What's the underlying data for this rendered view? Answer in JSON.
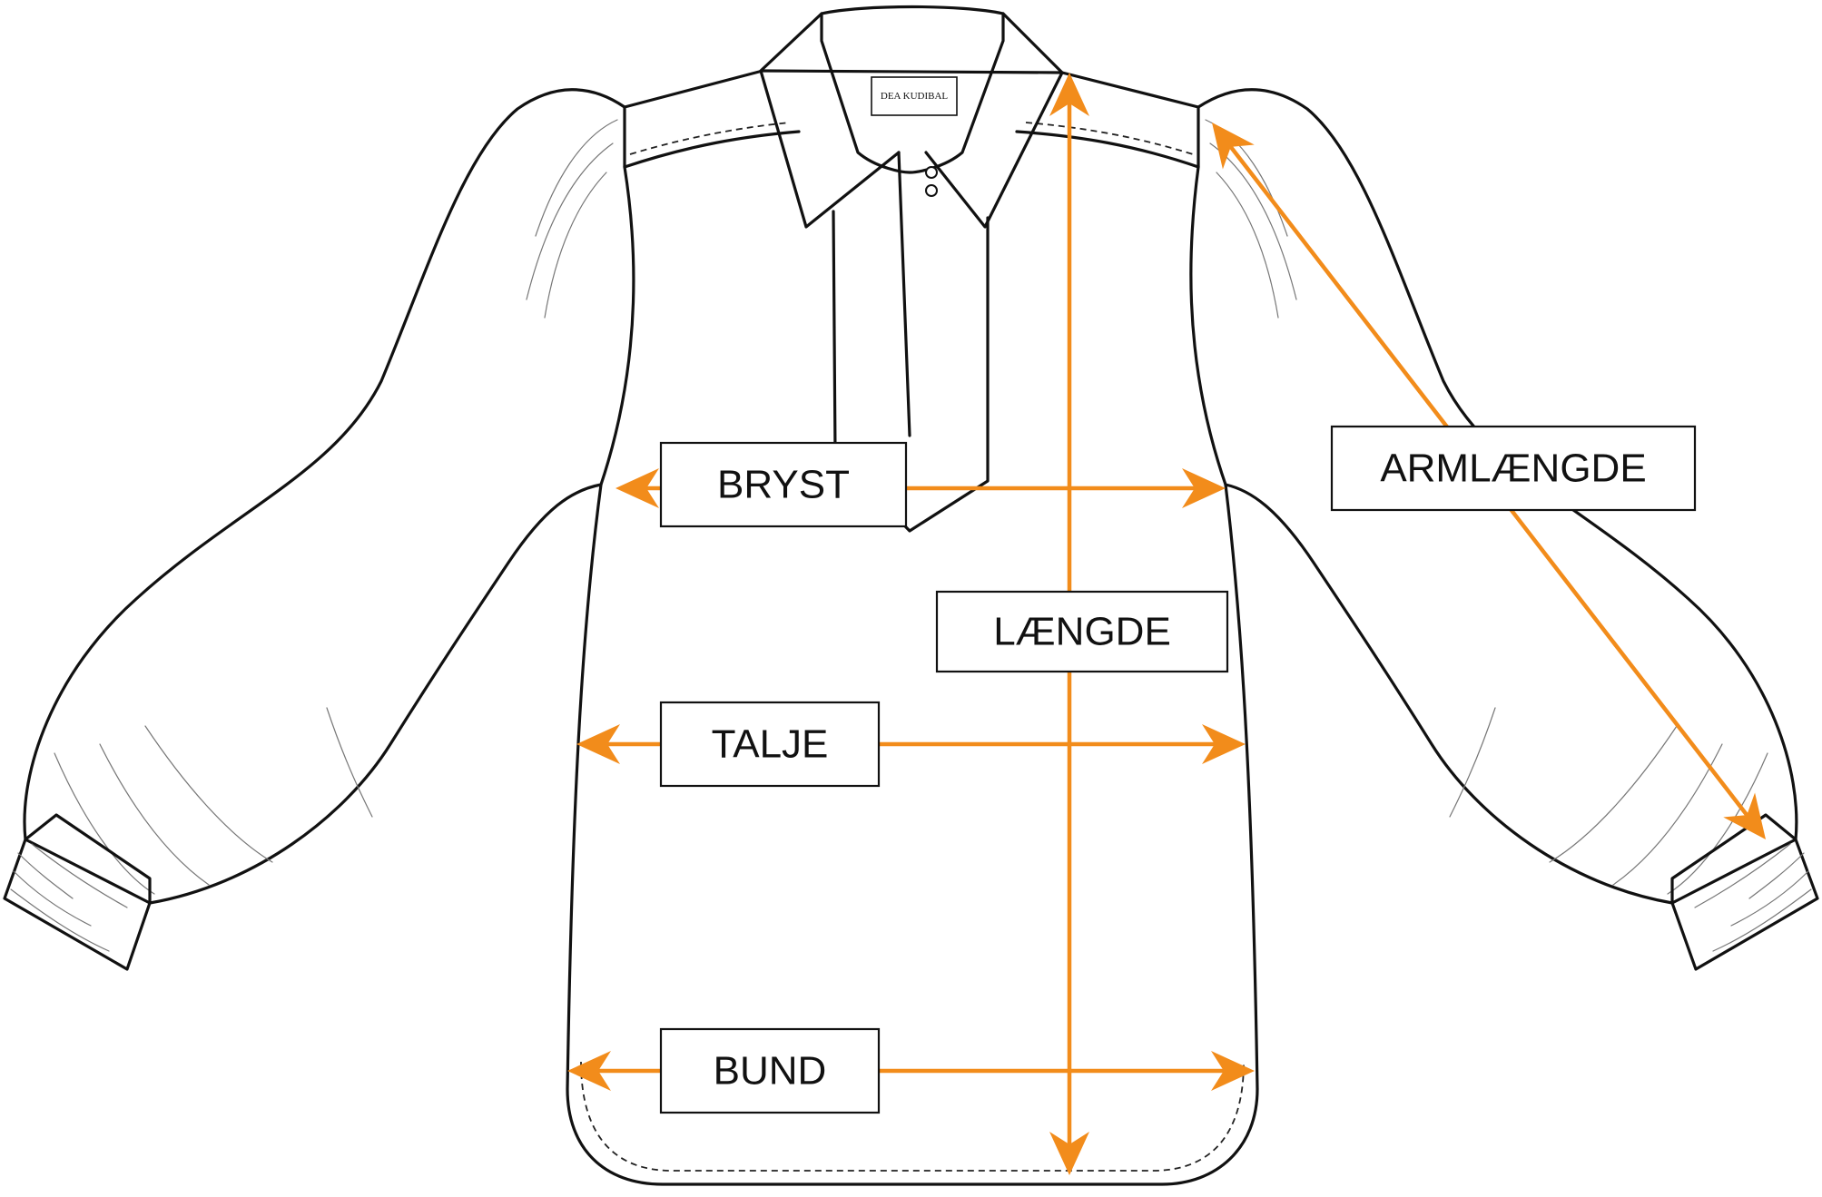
{
  "brand_label": "DEA KUDIBAL",
  "arrow_color": "#F28C1B",
  "line_color": "#111111",
  "measurements": {
    "bryst": "BRYST",
    "taelje": "TALJE",
    "bund": "BUND",
    "laengde": "LÆNGDE",
    "armlaengde": "ARMLÆNGDE"
  }
}
